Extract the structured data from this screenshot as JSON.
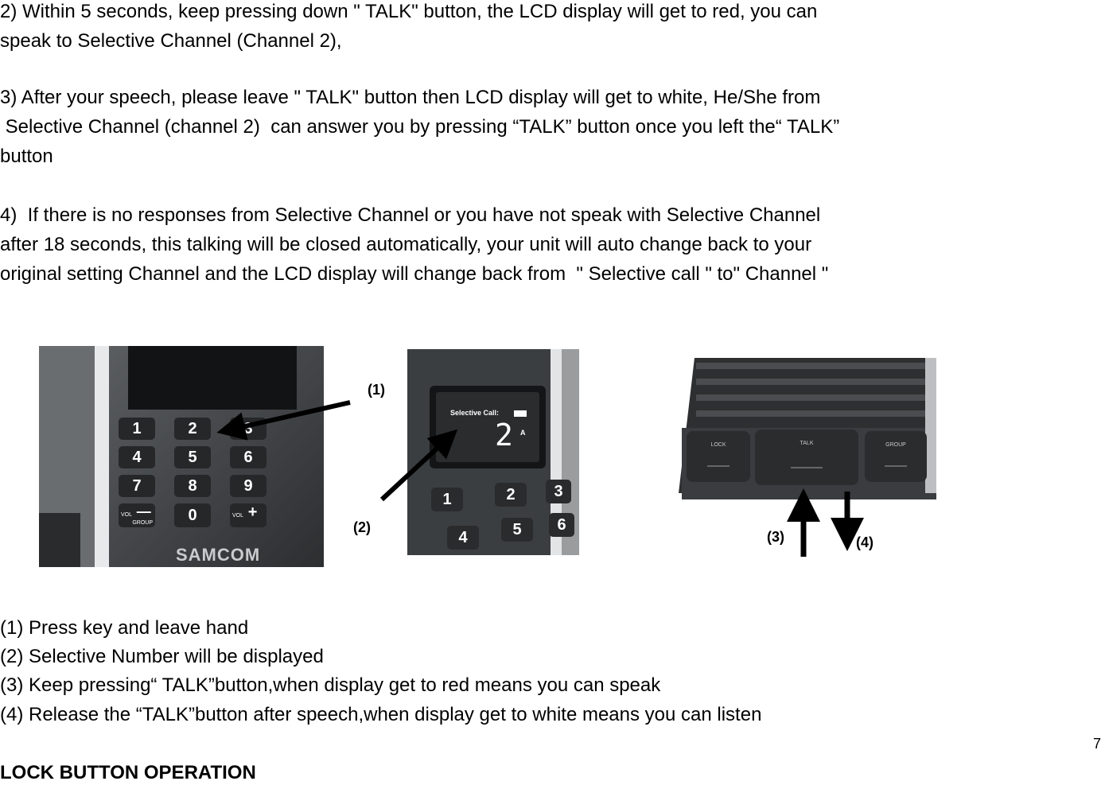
{
  "paragraphs": [
    [
      "2) Within 5 seconds, keep pressing down \" TALK\" button, the LCD display will get to red, you can",
      "speak to Selective Channel (Channel 2),"
    ],
    [
      "3) After your speech, please leave \" TALK\" button then LCD display will get to white, He/She from",
      " Selective Channel (channel 2)  can answer you by pressing “TALK” button once you left the“ TALK”",
      "button"
    ],
    [
      "4)  If there is no responses from Selective Channel or you have not speak with Selective Channel",
      "after 18 seconds, this talking will be closed automatically, your unit will auto change back to your",
      "original setting Channel and the LCD display will change back from  \" Selective call \" to\" Channel \""
    ]
  ],
  "figure": {
    "keypad_keys": [
      "1",
      "2",
      "3",
      "4",
      "5",
      "6",
      "7",
      "8",
      "9",
      "VOL",
      "0",
      "VOL"
    ],
    "keypad_sublabels": {
      "group": "GROUP",
      "minus": "—",
      "plus": "+"
    },
    "brand": "SAMCOM",
    "lcd_title": "Selective Call:",
    "lcd_number": "2",
    "lcd_suffix": "A",
    "side_buttons": [
      "LOCK",
      "TALK",
      "GROUP"
    ],
    "callouts": {
      "c1": "(1)",
      "c2": "(2)",
      "c3": "(3)",
      "c4": "(4)"
    }
  },
  "captions": [
    "(1) Press key and leave hand",
    "(2) Selective Number will be displayed",
    "(3) Keep pressing“ TALK”button,when display get to red means you can speak",
    "(4) Release the “TALK”button after speech,when display get to white means you can listen"
  ],
  "page_number": "7",
  "section_heading": "LOCK BUTTON OPERATION"
}
